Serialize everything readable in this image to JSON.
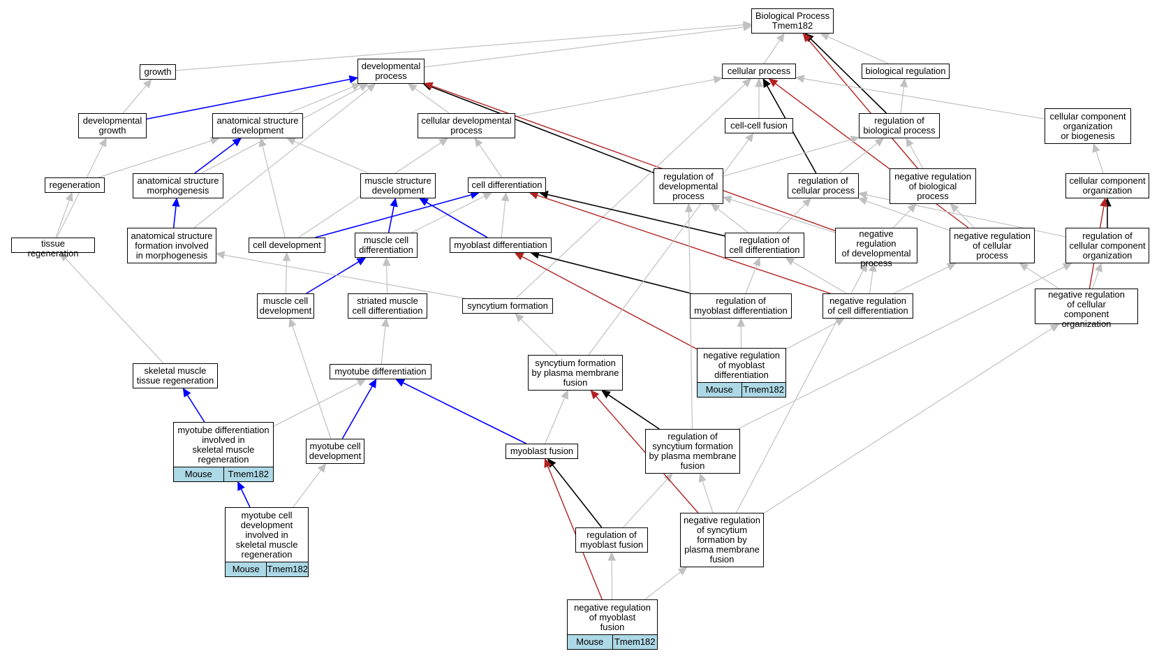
{
  "colors": {
    "gray": "#c0c0c0",
    "black": "#000000",
    "blue": "#0000ff",
    "red": "#b22222",
    "annotation_bg": "#add8e6"
  },
  "nodes": {
    "bp": {
      "lines": [
        "Biological Process",
        "Tmem182"
      ]
    },
    "growth": {
      "lines": [
        "growth"
      ]
    },
    "dev_proc": {
      "lines": [
        "developmental",
        "process"
      ]
    },
    "cell_proc": {
      "lines": [
        "cellular process"
      ]
    },
    "bio_reg": {
      "lines": [
        "biological regulation"
      ]
    },
    "dev_growth": {
      "lines": [
        "developmental",
        "growth"
      ]
    },
    "anat_dev": {
      "lines": [
        "anatomical structure",
        "development"
      ]
    },
    "cell_dev_proc": {
      "lines": [
        "cellular developmental",
        "process"
      ]
    },
    "cc_fusion": {
      "lines": [
        "cell-cell fusion"
      ]
    },
    "reg_bio": {
      "lines": [
        "regulation of",
        "biological process"
      ]
    },
    "ccob": {
      "lines": [
        "cellular component",
        "organization",
        "or biogenesis"
      ]
    },
    "regeneration": {
      "lines": [
        "regeneration"
      ]
    },
    "anat_morph": {
      "lines": [
        "anatomical structure",
        "morphogenesis"
      ]
    },
    "muscle_struct": {
      "lines": [
        "muscle structure",
        "development"
      ]
    },
    "cell_diff": {
      "lines": [
        "cell differentiation"
      ]
    },
    "reg_dev": {
      "lines": [
        "regulation of",
        "developmental",
        "process"
      ]
    },
    "reg_cell_proc": {
      "lines": [
        "regulation of",
        "cellular process"
      ]
    },
    "neg_reg_bio": {
      "lines": [
        "negative regulation",
        "of biological",
        "process"
      ]
    },
    "cco": {
      "lines": [
        "cellular component",
        "organization"
      ]
    },
    "tissue_regen": {
      "lines": [
        "tissue regeneration"
      ]
    },
    "anat_form": {
      "lines": [
        "anatomical structure",
        "formation involved",
        "in morphogenesis"
      ]
    },
    "cell_development": {
      "lines": [
        "cell development"
      ]
    },
    "muscle_cell_diff": {
      "lines": [
        "muscle cell",
        "differentiation"
      ]
    },
    "myoblast_diff": {
      "lines": [
        "myoblast differentiation"
      ]
    },
    "reg_cell_diff": {
      "lines": [
        "regulation of",
        "cell differentiation"
      ]
    },
    "neg_reg_dev": {
      "lines": [
        "negative regulation",
        "of developmental",
        "process"
      ]
    },
    "neg_reg_cell_proc": {
      "lines": [
        "negative regulation",
        "of cellular",
        "process"
      ]
    },
    "reg_cco": {
      "lines": [
        "regulation of",
        "cellular component",
        "organization"
      ]
    },
    "muscle_cell_dev": {
      "lines": [
        "muscle cell",
        "development"
      ]
    },
    "striated": {
      "lines": [
        "striated muscle",
        "cell differentiation"
      ]
    },
    "syncytium": {
      "lines": [
        "syncytium formation"
      ]
    },
    "reg_myo_diff": {
      "lines": [
        "regulation of",
        "myoblast differentiation"
      ]
    },
    "neg_reg_cell_diff": {
      "lines": [
        "negative regulation",
        "of cell differentiation"
      ]
    },
    "neg_reg_cco": {
      "lines": [
        "negative regulation",
        "of cellular",
        "component organization"
      ]
    },
    "neg_reg_myo_diff": {
      "lines": [
        "negative regulation",
        "of myoblast",
        "differentiation"
      ],
      "anno": [
        "Mouse",
        "Tmem182"
      ]
    },
    "skel_regen": {
      "lines": [
        "skeletal muscle",
        "tissue regeneration"
      ]
    },
    "myotube_diff": {
      "lines": [
        "myotube differentiation"
      ]
    },
    "sync_pm": {
      "lines": [
        "syncytium formation",
        "by plasma membrane",
        "fusion"
      ]
    },
    "myotube_diff_skel": {
      "lines": [
        "myotube differentiation",
        "involved in",
        "skeletal muscle",
        "regeneration"
      ],
      "anno": [
        "Mouse",
        "Tmem182"
      ]
    },
    "myotube_cell_dev": {
      "lines": [
        "myotube cell",
        "development"
      ]
    },
    "myoblast_fusion": {
      "lines": [
        "myoblast fusion"
      ]
    },
    "reg_sync": {
      "lines": [
        "regulation of",
        "syncytium formation",
        "by plasma membrane",
        "fusion"
      ]
    },
    "myotube_cell_dev_skel": {
      "lines": [
        "myotube cell",
        "development",
        "involved in",
        "skeletal muscle",
        "regeneration"
      ],
      "anno": [
        "Mouse",
        "Tmem182"
      ]
    },
    "reg_myo_fusion": {
      "lines": [
        "regulation of",
        "myoblast fusion"
      ]
    },
    "neg_reg_sync": {
      "lines": [
        "negative regulation",
        "of syncytium",
        "formation by",
        "plasma membrane",
        "fusion"
      ]
    },
    "neg_reg_myo_fusion": {
      "lines": [
        "negative regulation",
        "of myoblast",
        "fusion"
      ],
      "anno": [
        "Mouse",
        "Tmem182"
      ]
    }
  },
  "edges": [
    {
      "from": "growth",
      "to": "bp",
      "type": "is_a"
    },
    {
      "from": "dev_proc",
      "to": "bp",
      "type": "is_a"
    },
    {
      "from": "cell_proc",
      "to": "bp",
      "type": "is_a"
    },
    {
      "from": "bio_reg",
      "to": "bp",
      "type": "is_a"
    },
    {
      "from": "reg_bio",
      "to": "bp",
      "type": "regulates"
    },
    {
      "from": "neg_reg_bio",
      "to": "bp",
      "type": "negatively_regulates"
    },
    {
      "from": "dev_growth",
      "to": "growth",
      "type": "is_a"
    },
    {
      "from": "dev_growth",
      "to": "dev_proc",
      "type": "part_of"
    },
    {
      "from": "anat_dev",
      "to": "dev_proc",
      "type": "is_a"
    },
    {
      "from": "cell_dev_proc",
      "to": "dev_proc",
      "type": "is_a"
    },
    {
      "from": "cell_dev_proc",
      "to": "cell_proc",
      "type": "is_a"
    },
    {
      "from": "anat_morph",
      "to": "dev_proc",
      "type": "is_a"
    },
    {
      "from": "anat_form",
      "to": "dev_proc",
      "type": "is_a"
    },
    {
      "from": "reg_dev",
      "to": "dev_proc",
      "type": "regulates"
    },
    {
      "from": "neg_reg_dev",
      "to": "dev_proc",
      "type": "negatively_regulates"
    },
    {
      "from": "cc_fusion",
      "to": "cell_proc",
      "type": "is_a"
    },
    {
      "from": "reg_cell_proc",
      "to": "cell_proc",
      "type": "regulates"
    },
    {
      "from": "neg_reg_cell_proc",
      "to": "cell_proc",
      "type": "negatively_regulates"
    },
    {
      "from": "syncytium",
      "to": "cell_proc",
      "type": "is_a"
    },
    {
      "from": "ccob",
      "to": "cell_proc",
      "type": "is_a"
    },
    {
      "from": "reg_bio",
      "to": "bio_reg",
      "type": "is_a"
    },
    {
      "from": "neg_reg_bio",
      "to": "reg_bio",
      "type": "is_a"
    },
    {
      "from": "reg_dev",
      "to": "reg_bio",
      "type": "is_a"
    },
    {
      "from": "reg_cell_proc",
      "to": "reg_bio",
      "type": "is_a"
    },
    {
      "from": "cco",
      "to": "ccob",
      "type": "is_a"
    },
    {
      "from": "reg_cco",
      "to": "cco",
      "type": "regulates"
    },
    {
      "from": "neg_reg_cco",
      "to": "cco",
      "type": "negatively_regulates"
    },
    {
      "from": "regeneration",
      "to": "anat_dev",
      "type": "is_a"
    },
    {
      "from": "anat_morph",
      "to": "anat_dev",
      "type": "part_of"
    },
    {
      "from": "muscle_struct",
      "to": "anat_dev",
      "type": "is_a"
    },
    {
      "from": "cell_development",
      "to": "anat_dev",
      "type": "is_a"
    },
    {
      "from": "anat_form",
      "to": "anat_morph",
      "type": "part_of"
    },
    {
      "from": "tissue_regen",
      "to": "regeneration",
      "type": "is_a"
    },
    {
      "from": "tissue_regen",
      "to": "dev_growth",
      "type": "is_a"
    },
    {
      "from": "cell_diff",
      "to": "cell_dev_proc",
      "type": "is_a"
    },
    {
      "from": "cell_development",
      "to": "cell_dev_proc",
      "type": "is_a"
    },
    {
      "from": "cell_development",
      "to": "cell_diff",
      "type": "part_of"
    },
    {
      "from": "muscle_cell_diff",
      "to": "cell_diff",
      "type": "is_a"
    },
    {
      "from": "muscle_cell_diff",
      "to": "muscle_struct",
      "type": "part_of"
    },
    {
      "from": "myoblast_diff",
      "to": "cell_diff",
      "type": "is_a"
    },
    {
      "from": "myoblast_diff",
      "to": "muscle_struct",
      "type": "part_of"
    },
    {
      "from": "reg_cell_diff",
      "to": "cell_diff",
      "type": "regulates"
    },
    {
      "from": "reg_cell_diff",
      "to": "reg_dev",
      "type": "is_a"
    },
    {
      "from": "reg_cell_diff",
      "to": "reg_cell_proc",
      "type": "is_a"
    },
    {
      "from": "neg_reg_cell_diff",
      "to": "cell_diff",
      "type": "negatively_regulates"
    },
    {
      "from": "neg_reg_cell_diff",
      "to": "reg_cell_diff",
      "type": "is_a"
    },
    {
      "from": "neg_reg_cell_diff",
      "to": "neg_reg_dev",
      "type": "is_a"
    },
    {
      "from": "neg_reg_cell_diff",
      "to": "neg_reg_cell_proc",
      "type": "is_a"
    },
    {
      "from": "neg_reg_dev",
      "to": "reg_dev",
      "type": "is_a"
    },
    {
      "from": "neg_reg_dev",
      "to": "neg_reg_bio",
      "type": "is_a"
    },
    {
      "from": "neg_reg_cell_proc",
      "to": "reg_cell_proc",
      "type": "is_a"
    },
    {
      "from": "neg_reg_cell_proc",
      "to": "neg_reg_bio",
      "type": "is_a"
    },
    {
      "from": "reg_cco",
      "to": "reg_cell_proc",
      "type": "is_a"
    },
    {
      "from": "neg_reg_cco",
      "to": "reg_cco",
      "type": "is_a"
    },
    {
      "from": "neg_reg_cco",
      "to": "neg_reg_cell_proc",
      "type": "is_a"
    },
    {
      "from": "muscle_cell_dev",
      "to": "cell_development",
      "type": "is_a"
    },
    {
      "from": "muscle_cell_dev",
      "to": "muscle_cell_diff",
      "type": "part_of"
    },
    {
      "from": "striated",
      "to": "muscle_cell_diff",
      "type": "is_a"
    },
    {
      "from": "syncytium",
      "to": "anat_form",
      "type": "is_a"
    },
    {
      "from": "reg_myo_diff",
      "to": "myoblast_diff",
      "type": "regulates"
    },
    {
      "from": "reg_myo_diff",
      "to": "reg_cell_diff",
      "type": "is_a"
    },
    {
      "from": "neg_reg_myo_diff",
      "to": "myoblast_diff",
      "type": "negatively_regulates"
    },
    {
      "from": "neg_reg_myo_diff",
      "to": "reg_myo_diff",
      "type": "is_a"
    },
    {
      "from": "neg_reg_myo_diff",
      "to": "neg_reg_cell_diff",
      "type": "is_a"
    },
    {
      "from": "skel_regen",
      "to": "tissue_regen",
      "type": "is_a"
    },
    {
      "from": "myotube_diff",
      "to": "striated",
      "type": "is_a"
    },
    {
      "from": "sync_pm",
      "to": "syncytium",
      "type": "is_a"
    },
    {
      "from": "sync_pm",
      "to": "cc_fusion",
      "type": "is_a"
    },
    {
      "from": "myotube_diff_skel",
      "to": "skel_regen",
      "type": "part_of"
    },
    {
      "from": "myotube_diff_skel",
      "to": "myotube_diff",
      "type": "is_a"
    },
    {
      "from": "myotube_cell_dev",
      "to": "myotube_diff",
      "type": "part_of"
    },
    {
      "from": "myotube_cell_dev",
      "to": "muscle_cell_dev",
      "type": "is_a"
    },
    {
      "from": "myoblast_fusion",
      "to": "myotube_diff",
      "type": "part_of"
    },
    {
      "from": "myoblast_fusion",
      "to": "sync_pm",
      "type": "is_a"
    },
    {
      "from": "reg_sync",
      "to": "sync_pm",
      "type": "regulates"
    },
    {
      "from": "reg_sync",
      "to": "reg_dev",
      "type": "is_a"
    },
    {
      "from": "reg_sync",
      "to": "reg_cco",
      "type": "is_a"
    },
    {
      "from": "myotube_cell_dev_skel",
      "to": "myotube_diff_skel",
      "type": "part_of"
    },
    {
      "from": "myotube_cell_dev_skel",
      "to": "myotube_cell_dev",
      "type": "is_a"
    },
    {
      "from": "reg_myo_fusion",
      "to": "myoblast_fusion",
      "type": "regulates"
    },
    {
      "from": "reg_myo_fusion",
      "to": "reg_sync",
      "type": "is_a"
    },
    {
      "from": "neg_reg_sync",
      "to": "sync_pm",
      "type": "negatively_regulates"
    },
    {
      "from": "neg_reg_sync",
      "to": "reg_sync",
      "type": "is_a"
    },
    {
      "from": "neg_reg_sync",
      "to": "neg_reg_dev",
      "type": "is_a"
    },
    {
      "from": "neg_reg_sync",
      "to": "neg_reg_cco",
      "type": "is_a"
    },
    {
      "from": "neg_reg_myo_fusion",
      "to": "myoblast_fusion",
      "type": "negatively_regulates"
    },
    {
      "from": "neg_reg_myo_fusion",
      "to": "reg_myo_fusion",
      "type": "is_a"
    },
    {
      "from": "neg_reg_myo_fusion",
      "to": "neg_reg_sync",
      "type": "is_a"
    }
  ]
}
